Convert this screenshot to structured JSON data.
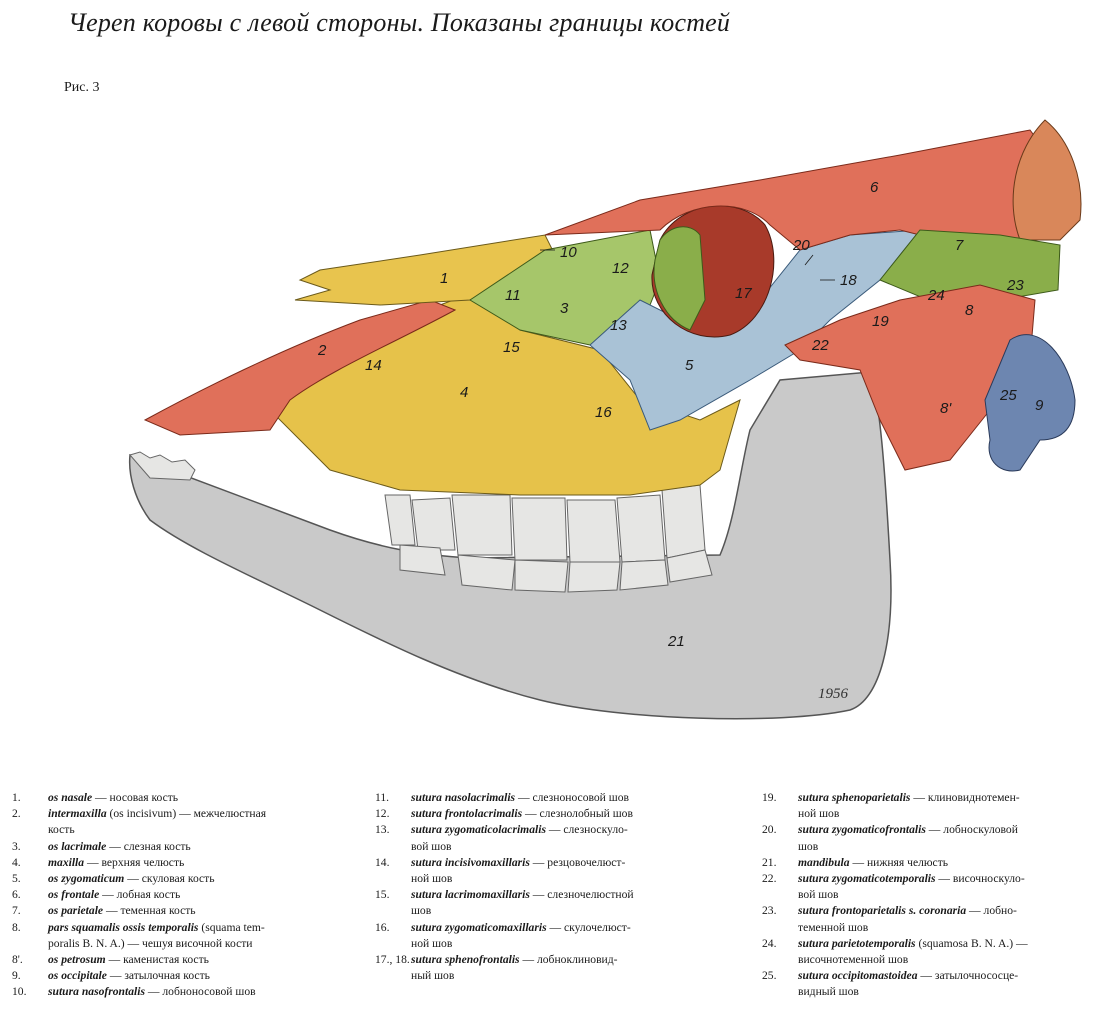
{
  "title": "Череп коровы с левой стороны. Показаны границы костей",
  "figure_label": "Рис. 3",
  "signature": "1956",
  "labels": {
    "l1": "1",
    "l2": "2",
    "l3": "3",
    "l4": "4",
    "l5": "5",
    "l6": "6",
    "l7": "7",
    "l8": "8",
    "l8p": "8'",
    "l9": "9",
    "l10": "10",
    "l11": "11",
    "l12": "12",
    "l13": "13",
    "l14": "14",
    "l15": "15",
    "l16": "16",
    "l17": "17",
    "l18": "18",
    "l19": "19",
    "l20": "20",
    "l21": "21",
    "l22": "22",
    "l23": "23",
    "l24": "24",
    "l25": "25"
  },
  "colors": {
    "nasal": "#e8c44e",
    "incisive": "#e0705a",
    "lacrimal": "#a6c66a",
    "maxilla": "#e6c24a",
    "zygomatic": "#a9c2d6",
    "frontal": "#e0705a",
    "parietal": "#8aae4a",
    "temporal": "#e0705a",
    "occipital": "#6d86b0",
    "mandible": "#c9c9c9",
    "sphenoid": "#a83a2a"
  },
  "legend": {
    "col1": [
      {
        "n": "1.",
        "lat": "os nasale",
        "ru": " — носовая кость"
      },
      {
        "n": "2.",
        "lat": "intermaxilla",
        "ru": " (os incisivum) — межчелюстная"
      },
      {
        "n": "",
        "lat": "",
        "ru": "кость"
      },
      {
        "n": "3.",
        "lat": "os lacrimale",
        "ru": " — слезная кость"
      },
      {
        "n": "4.",
        "lat": "maxilla",
        "ru": " — верхняя челюсть"
      },
      {
        "n": "5.",
        "lat": "os zygomaticum",
        "ru": " — скуловая кость"
      },
      {
        "n": "6.",
        "lat": "os frontale",
        "ru": " — лобная кость"
      },
      {
        "n": "7.",
        "lat": "os parietale",
        "ru": " — теменная кость"
      },
      {
        "n": "8.",
        "lat": "pars squamalis ossis temporalis",
        "ru": " (squama tem-"
      },
      {
        "n": "",
        "lat": "",
        "ru": "poralis B. N. A.) — чешуя височной кости"
      },
      {
        "n": "8'.",
        "lat": "os petrosum",
        "ru": " — каменистая кость"
      },
      {
        "n": "9.",
        "lat": "os occipitale",
        "ru": " — затылочная кость"
      },
      {
        "n": "10.",
        "lat": "sutura nasofrontalis",
        "ru": " — лобноносовой шов"
      }
    ],
    "col2": [
      {
        "n": "11.",
        "lat": "sutura nasolacrimalis",
        "ru": " — слезноносовой шов"
      },
      {
        "n": "12.",
        "lat": "sutura frontolacrimalis",
        "ru": " — слезнолобный шов"
      },
      {
        "n": "13.",
        "lat": "sutura zygomaticolacrimalis",
        "ru": " — слезноскуло-"
      },
      {
        "n": "",
        "lat": "",
        "ru": "вой шов"
      },
      {
        "n": "14.",
        "lat": "sutura incisivomaxillaris",
        "ru": " — резцовочелюст-"
      },
      {
        "n": "",
        "lat": "",
        "ru": "ной шов"
      },
      {
        "n": "15.",
        "lat": "sutura lacrimomaxillaris",
        "ru": " — слезночелюстной"
      },
      {
        "n": "",
        "lat": "",
        "ru": "шов"
      },
      {
        "n": "16.",
        "lat": "sutura zygomaticomaxillaris",
        "ru": " — скулочелюст-"
      },
      {
        "n": "",
        "lat": "",
        "ru": "ной шов"
      },
      {
        "n": "17., 18.",
        "lat": "sutura sphenofrontalis",
        "ru": " — лобноклиновид-"
      },
      {
        "n": "",
        "lat": "",
        "ru": "ный шов"
      }
    ],
    "col3": [
      {
        "n": "19.",
        "lat": "sutura sphenoparietalis",
        "ru": " — клиновиднотемен-"
      },
      {
        "n": "",
        "lat": "",
        "ru": "ной шов"
      },
      {
        "n": "20.",
        "lat": "sutura zygomaticofrontalis",
        "ru": " — лобноскуловой"
      },
      {
        "n": "",
        "lat": "",
        "ru": "шов"
      },
      {
        "n": "21.",
        "lat": "mandibula",
        "ru": " — нижняя челюсть"
      },
      {
        "n": "22.",
        "lat": "sutura zygomaticotemporalis",
        "ru": " — височноскуло-"
      },
      {
        "n": "",
        "lat": "",
        "ru": "вой шов"
      },
      {
        "n": "23.",
        "lat": "sutura frontoparietalis s. coronaria",
        "ru": " — лобно-"
      },
      {
        "n": "",
        "lat": "",
        "ru": "теменной шов"
      },
      {
        "n": "24.",
        "lat": "sutura parietotemporalis",
        "ru": " (squamosa B. N. A.) —"
      },
      {
        "n": "",
        "lat": "",
        "ru": "височнотеменной шов"
      },
      {
        "n": "25.",
        "lat": "sutura occipitomastoidea",
        "ru": " — затылочнососце-"
      },
      {
        "n": "",
        "lat": "",
        "ru": "видный шов"
      }
    ]
  }
}
